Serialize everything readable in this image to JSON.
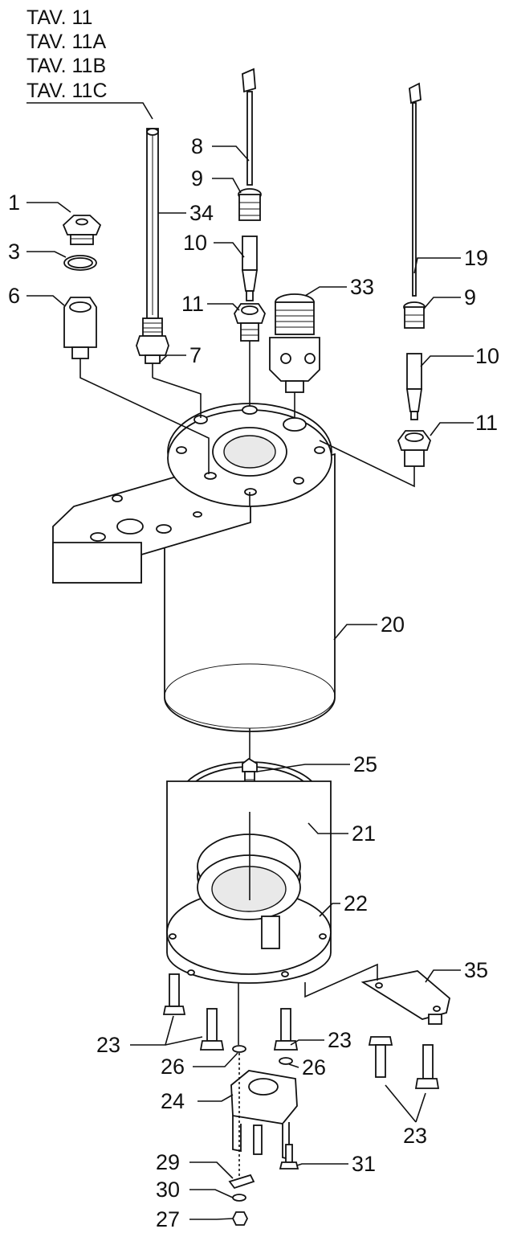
{
  "tav_references": [
    "TAV. 11",
    "TAV. 11A",
    "TAV. 11B",
    "TAV. 11C"
  ],
  "part_labels": {
    "p1": "1",
    "p3": "3",
    "p6": "6",
    "p34": "34",
    "p7": "7",
    "p8": "8",
    "p9a": "9",
    "p10a": "10",
    "p11a": "11",
    "p33": "33",
    "p19": "19",
    "p9b": "9",
    "p10b": "10",
    "p11b": "11",
    "p20": "20",
    "p25": "25",
    "p21": "21",
    "p22": "22",
    "p35": "35",
    "p23a": "23",
    "p26a": "26",
    "p23b": "23",
    "p26b": "26",
    "p24": "24",
    "p23c": "23",
    "p29": "29",
    "p31": "31",
    "p30": "30",
    "p27": "27"
  }
}
